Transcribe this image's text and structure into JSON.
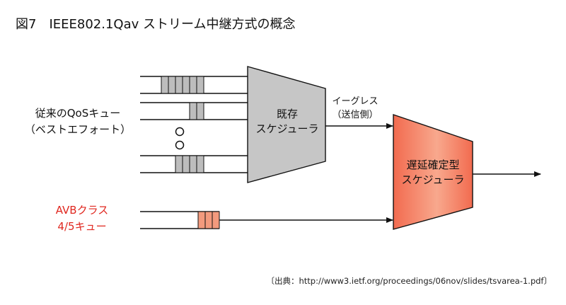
{
  "title": "図7　IEEE802.1Qav ストリーム中継方式の概念",
  "left_labels": {
    "qos_line1": "従来のQoSキュー",
    "qos_line2": "（ベストエフォート）",
    "avb_line1": "AVBクラス",
    "avb_line2": "4/5キュー"
  },
  "schedulers": {
    "existing_line1": "既存",
    "existing_line2": "スケジューラ",
    "deterministic_line1": "遅延確定型",
    "deterministic_line2": "スケジューラ"
  },
  "egress": {
    "line1": "イーグレス",
    "line2": "（送信側）"
  },
  "credit": "〔出典：http://www3.ietf.org/proceedings/06nov/slides/tsvarea-1.pdf〕",
  "colors": {
    "queue_gray": "#bdbdbd",
    "scheduler_gray": "#c6c6c6",
    "avb_red": "#e0271f",
    "avb_queue": "#f39a7d"
  }
}
